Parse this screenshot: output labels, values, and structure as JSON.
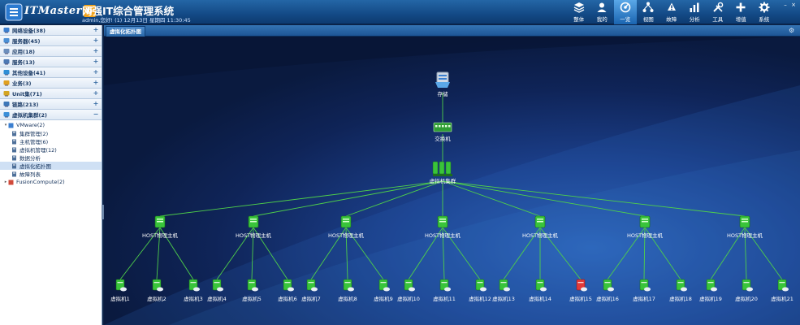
{
  "header": {
    "logo_text": "ITMaster",
    "logo_version": "6",
    "app_title": "网强IT综合管理系统",
    "welcome_text": "admin,您好! (1) 12月13日 星期四 11:30:45",
    "toolbar": [
      {
        "label": "整体",
        "icon": "layers-icon"
      },
      {
        "label": "我的",
        "icon": "user-icon"
      },
      {
        "label": "一览",
        "icon": "dashboard-icon"
      },
      {
        "label": "视图",
        "icon": "topology-icon"
      },
      {
        "label": "故障",
        "icon": "alarm-icon"
      },
      {
        "label": "分析",
        "icon": "chart-icon"
      },
      {
        "label": "工具",
        "icon": "tools-icon"
      },
      {
        "label": "增值",
        "icon": "plus-icon"
      },
      {
        "label": "系统",
        "icon": "gear-icon"
      }
    ],
    "active_tool": "一览"
  },
  "sidebar": {
    "categories": [
      {
        "label": "网络设备(38)",
        "toggle": "+"
      },
      {
        "label": "服务器(45)",
        "toggle": "+"
      },
      {
        "label": "应用(18)",
        "toggle": "+"
      },
      {
        "label": "服务(13)",
        "toggle": "+"
      },
      {
        "label": "其他设备(41)",
        "toggle": "+"
      },
      {
        "label": "业务(3)",
        "toggle": "+"
      },
      {
        "label": "Unit集(71)",
        "toggle": "+"
      },
      {
        "label": "链路(213)",
        "toggle": "+"
      },
      {
        "label": "虚拟机集群(2)",
        "toggle": "−"
      }
    ],
    "tree": [
      {
        "label": "VMware(2)",
        "level": 0,
        "arrow": "▾"
      },
      {
        "label": "集群管理(2)",
        "level": 1
      },
      {
        "label": "主机管理(6)",
        "level": 1
      },
      {
        "label": "虚拟机管理(12)",
        "level": 1
      },
      {
        "label": "数据分析",
        "level": 1
      },
      {
        "label": "虚拟化拓扑图",
        "level": 1,
        "selected": true
      },
      {
        "label": "故障列表",
        "level": 1
      },
      {
        "label": "FusionCompute(2)",
        "level": 0,
        "arrow": "▸"
      }
    ]
  },
  "main": {
    "tab_label": "虚拟化拓扑图",
    "topology": {
      "storage_label": "存储",
      "switch_label": "交换机",
      "cluster_label": "虚拟机集群",
      "hosts": [
        "HOST物理主机",
        "HOST物理主机",
        "HOST物理主机",
        "HOST物理主机",
        "HOST物理主机",
        "HOST物理主机",
        "HOST物理主机"
      ],
      "vms": [
        "虚拟机1",
        "虚拟机2",
        "虚拟机3",
        "虚拟机4",
        "虚拟机5",
        "虚拟机6",
        "虚拟机7",
        "虚拟机8",
        "虚拟机9",
        "虚拟机10",
        "虚拟机11",
        "虚拟机12",
        "虚拟机13",
        "虚拟机14",
        "虚拟机15",
        "虚拟机16",
        "虚拟机17",
        "虚拟机18",
        "虚拟机19",
        "虚拟机20",
        "虚拟机21"
      ],
      "vm_host_index": [
        0,
        0,
        0,
        1,
        1,
        1,
        2,
        2,
        2,
        3,
        3,
        3,
        4,
        4,
        4,
        5,
        5,
        5,
        6,
        6,
        6
      ],
      "faulty_vm": "虚拟机15",
      "colors": {
        "link": "#4fd04a",
        "node_ok": "#39c43a",
        "node_fault": "#e23a3a",
        "label": "#ffffff"
      }
    }
  }
}
